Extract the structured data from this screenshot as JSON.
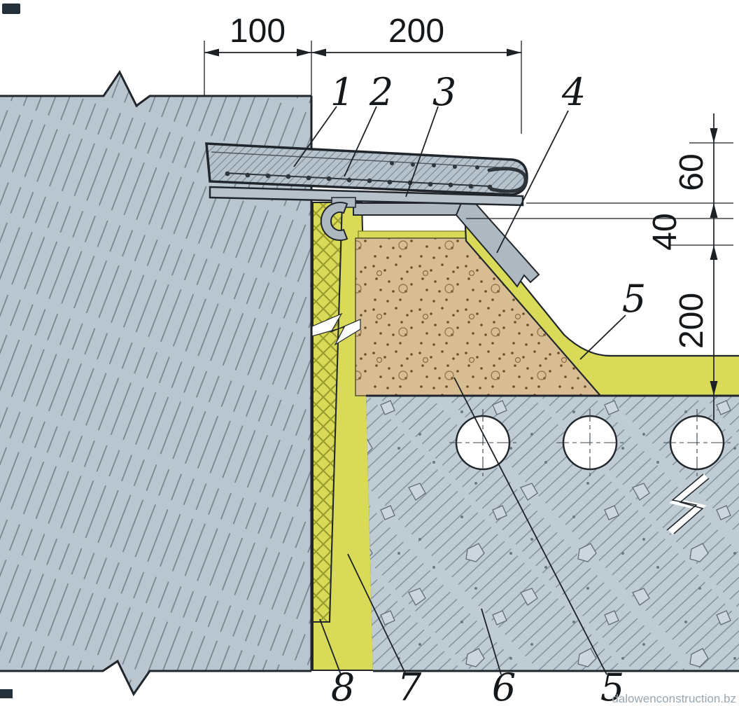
{
  "figure": {
    "kind": "construction detail cross-section",
    "watermark": "dalowenconstruction.bz"
  },
  "dimensions": {
    "top": [
      "100",
      "200"
    ],
    "right": [
      "60",
      "40",
      "200"
    ]
  },
  "callouts": {
    "top": [
      "1",
      "2",
      "3",
      "4"
    ],
    "right": [
      "5"
    ],
    "bottom": [
      "8",
      "7",
      "6",
      "5"
    ]
  },
  "colors": {
    "masonry_wall": "#bac6cf",
    "hollow_core_slab": "#c0ccd4",
    "insulation": "#d9db58",
    "mortar_fill": "#d8bd93",
    "steel_gray": "#adb8c0",
    "line": "#20262b"
  }
}
